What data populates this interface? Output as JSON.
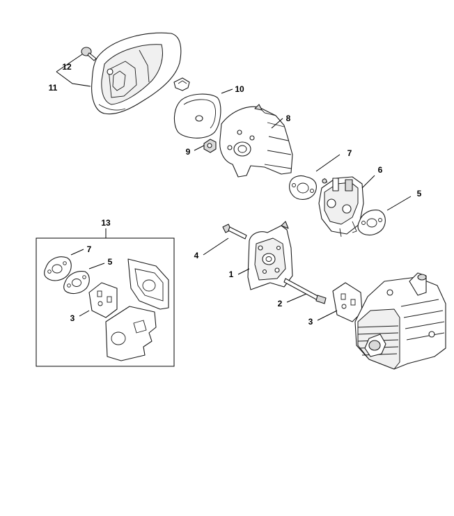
{
  "callouts": {
    "c12": "12",
    "c11": "11",
    "c10": "10",
    "c8": "8",
    "c9": "9",
    "c7": "7",
    "c6": "6",
    "c5": "5",
    "c13": "13",
    "c7b": "7",
    "c5b": "5",
    "c3b": "3",
    "c4": "4",
    "c1": "1",
    "c2": "2",
    "c3": "3"
  }
}
